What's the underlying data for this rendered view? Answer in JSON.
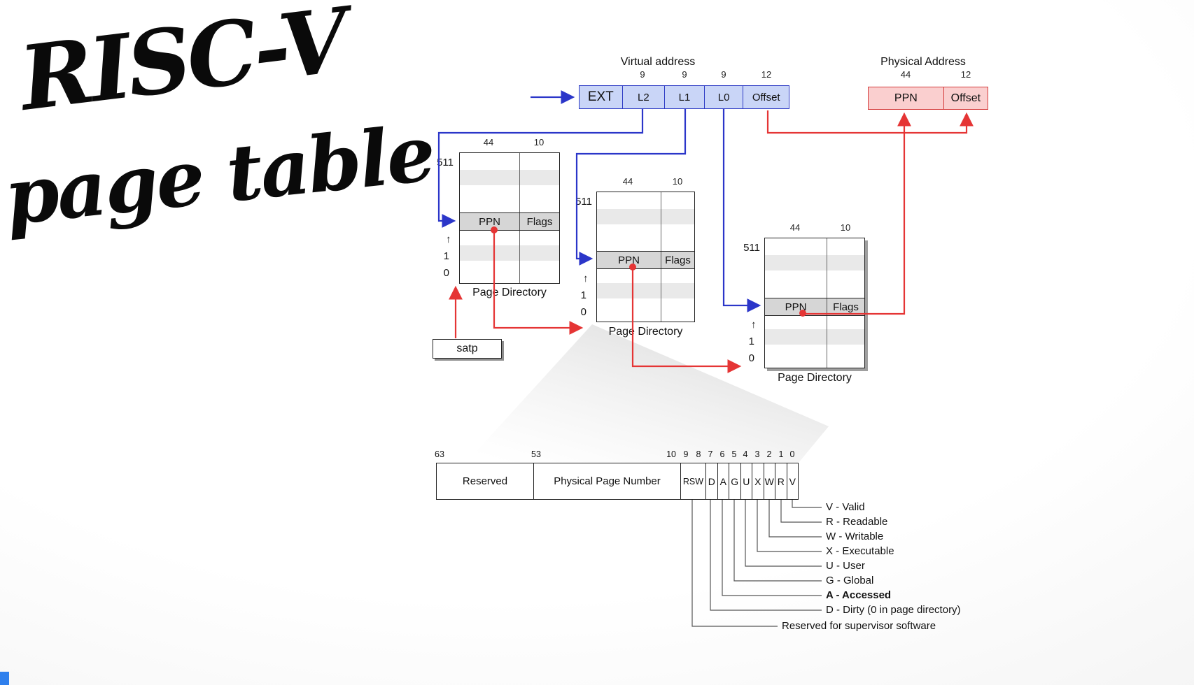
{
  "handwriting": {
    "line1": "RISC-V",
    "line2": "page table"
  },
  "virtual_address": {
    "title": "Virtual address",
    "fields": [
      {
        "label": "EXT",
        "bits": ""
      },
      {
        "label": "L2",
        "bits": "9"
      },
      {
        "label": "L1",
        "bits": "9"
      },
      {
        "label": "L0",
        "bits": "9"
      },
      {
        "label": "Offset",
        "bits": "12"
      }
    ]
  },
  "physical_address": {
    "title": "Physical Address",
    "fields": [
      {
        "label": "PPN",
        "bits": "44"
      },
      {
        "label": "Offset",
        "bits": "12"
      }
    ]
  },
  "satp": {
    "label": "satp"
  },
  "page_directories": [
    {
      "caption": "Page Directory",
      "col_bits_left": "44",
      "col_bits_right": "10",
      "top_index": "511",
      "index_1": "1",
      "index_0": "0",
      "entry_ppn": "PPN",
      "entry_flags": "Flags"
    },
    {
      "caption": "Page Directory",
      "col_bits_left": "44",
      "col_bits_right": "10",
      "top_index": "511",
      "index_1": "1",
      "index_0": "0",
      "entry_ppn": "PPN",
      "entry_flags": "Flags"
    },
    {
      "caption": "Page Directory",
      "col_bits_left": "44",
      "col_bits_right": "10",
      "top_index": "511",
      "index_1": "1",
      "index_0": "0",
      "entry_ppn": "PPN",
      "entry_flags": "Flags"
    }
  ],
  "pte": {
    "bit_positions": [
      "63",
      "53",
      "10",
      "9",
      "8",
      "7",
      "6",
      "5",
      "4",
      "3",
      "2",
      "1",
      "0"
    ],
    "fields": {
      "reserved": "Reserved",
      "ppn": "Physical Page Number",
      "rsw": "RSW",
      "bits": [
        "D",
        "A",
        "G",
        "U",
        "X",
        "W",
        "R",
        "V"
      ]
    },
    "legend": [
      "V - Valid",
      "R  - Readable",
      "W - Writable",
      "X - Executable",
      "U - User",
      "G - Global",
      "A - Accessed",
      "D - Dirty (0 in page directory)",
      "Reserved for supervisor software"
    ]
  },
  "colors": {
    "va_fill": "#c9d5f7",
    "va_stroke": "#2d3bc4",
    "pa_fill": "#facfcf",
    "pa_stroke": "#d43a3a",
    "arrow_blue": "#2b36c9",
    "arrow_red": "#e53535"
  }
}
